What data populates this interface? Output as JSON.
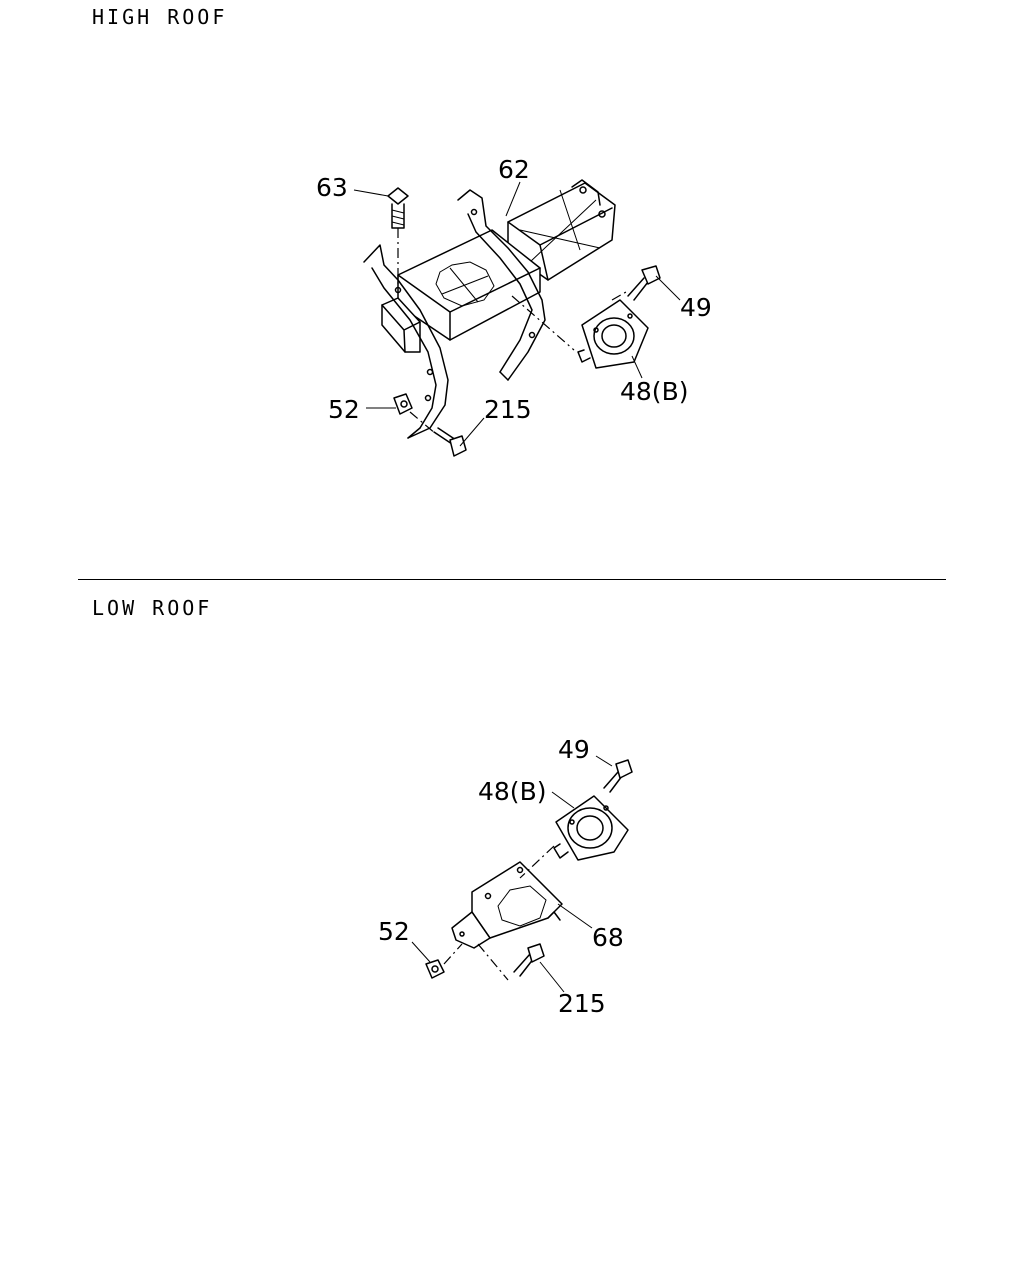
{
  "sections": {
    "high_roof": {
      "title": "HIGH ROOF",
      "callouts": {
        "c63": "63",
        "c62": "62",
        "c49": "49",
        "c48b": "48(B)",
        "c52": "52",
        "c215": "215"
      }
    },
    "low_roof": {
      "title": "LOW ROOF",
      "callouts": {
        "c49": "49",
        "c48b": "48(B)",
        "c68": "68",
        "c52": "52",
        "c215": "215"
      }
    }
  },
  "colors": {
    "line": "#000000",
    "background": "#ffffff"
  }
}
